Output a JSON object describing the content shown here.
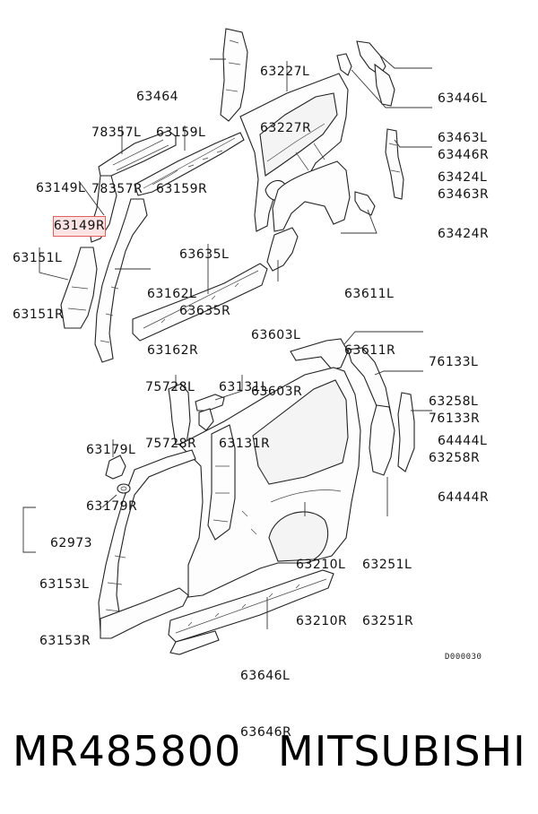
{
  "diagram": {
    "labels": [
      {
        "id": "63464",
        "lines": [
          "63464"
        ],
        "highlight": false
      },
      {
        "id": "63227",
        "lines": [
          "63227L",
          "63227R"
        ],
        "highlight": false
      },
      {
        "id": "63446",
        "lines": [
          "63446L",
          "63446R"
        ],
        "highlight": false
      },
      {
        "id": "78357",
        "lines": [
          "78357L",
          "78357R"
        ],
        "highlight": false
      },
      {
        "id": "63159",
        "lines": [
          "63159L",
          "63159R"
        ],
        "highlight": false
      },
      {
        "id": "63463",
        "lines": [
          "63463L",
          "63463R"
        ],
        "highlight": false
      },
      {
        "id": "63149",
        "lines": [
          "63149L",
          "63149R"
        ],
        "highlight": true
      },
      {
        "id": "63424",
        "lines": [
          "63424L",
          "63424R"
        ],
        "highlight": false
      },
      {
        "id": "63151",
        "lines": [
          "63151L",
          "63151R"
        ],
        "highlight": false
      },
      {
        "id": "63635",
        "lines": [
          "63635L",
          "63635R"
        ],
        "highlight": false
      },
      {
        "id": "63162",
        "lines": [
          "63162L",
          "63162R"
        ],
        "highlight": false
      },
      {
        "id": "63611",
        "lines": [
          "63611L",
          "63611R"
        ],
        "highlight": false
      },
      {
        "id": "63603",
        "lines": [
          "63603L",
          "63603R"
        ],
        "highlight": false
      },
      {
        "id": "76133",
        "lines": [
          "76133L",
          "76133R"
        ],
        "highlight": false
      },
      {
        "id": "75728",
        "lines": [
          "75728L",
          "75728R"
        ],
        "highlight": false
      },
      {
        "id": "63131",
        "lines": [
          "63131L",
          "63131R"
        ],
        "highlight": false
      },
      {
        "id": "63258",
        "lines": [
          "63258L",
          "63258R"
        ],
        "highlight": false
      },
      {
        "id": "64444",
        "lines": [
          "64444L",
          "64444R"
        ],
        "highlight": false
      },
      {
        "id": "63179",
        "lines": [
          "63179L",
          "63179R"
        ],
        "highlight": false
      },
      {
        "id": "62973",
        "lines": [
          "62973"
        ],
        "highlight": false
      },
      {
        "id": "63153",
        "lines": [
          "63153L",
          "63153R"
        ],
        "highlight": false
      },
      {
        "id": "63210",
        "lines": [
          "63210L",
          "63210R"
        ],
        "highlight": false
      },
      {
        "id": "63251",
        "lines": [
          "63251L",
          "63251R"
        ],
        "highlight": false
      },
      {
        "id": "63646",
        "lines": [
          "63646L",
          "63646R"
        ],
        "highlight": false
      }
    ],
    "diagram_code": "D000030",
    "highlight_color": "#e06060"
  },
  "footer": {
    "part_number": "MR485800",
    "brand": "MITSUBISHI"
  }
}
